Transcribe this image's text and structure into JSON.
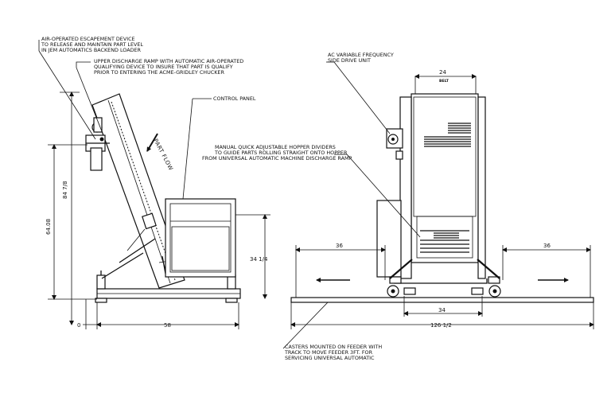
{
  "annotations": {
    "escapement": [
      "AIR-OPERATED ESCAPEMENT DEVICE",
      "TO RELEASE AND MAINTAIN PART LEVEL",
      "IN JEM AUTOMATICS BACKEND LOADER"
    ],
    "upper_ramp": [
      "UPPER DISCHARGE RAMP WITH AUTOMATIC AIR-OPERATED",
      "QUALIFYING DEVICE TO INSURE THAT PART IS QUALIFY",
      "PRIOR TO ENTERING THE ACME-GRIDLEY CHUCKER"
    ],
    "control_panel": "CONTROL PANEL",
    "part_flow": "PART FLOW",
    "ac_drive": [
      "AC VARIABLE FREQUENCY",
      "SIDE DRIVE UNIT"
    ],
    "hopper_dividers": [
      "MANUAL QUICK ADJUSTABLE HOPPER DIVIDERS",
      "TO GUIDE PARTS ROLLING STRAIGHT ONTO HOPPER",
      "FROM UNIVERSAL AUTOMATIC MACHINE DISCHARGE RAMP"
    ],
    "casters": [
      "CASTERS MOUNTED ON FEEDER WITH",
      "TRACK TO MOVE FEEDER 3FT. FOR",
      "SERVICING UNIVERSAL AUTOMATIC"
    ]
  },
  "dimensions": {
    "overall_height": "84 7/8",
    "discharge_height": "64.08",
    "panel_height": "34 1/4",
    "zero": "0",
    "base_length": "58",
    "belt_width": "24",
    "belt_label": "BELT",
    "travel_left": "36",
    "travel_right": "36",
    "caster_span": "34",
    "track_length": "126 1/2"
  }
}
